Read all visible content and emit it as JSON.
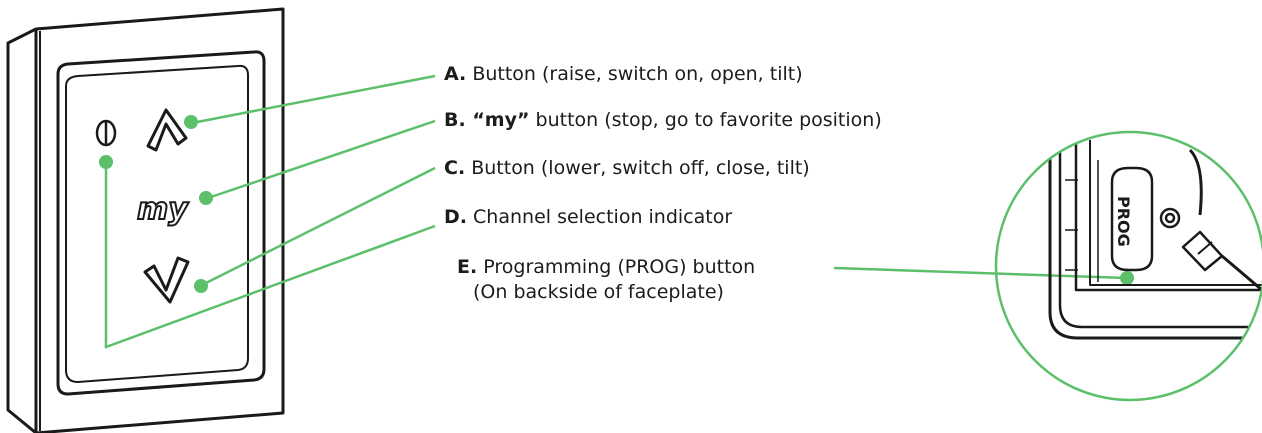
{
  "colors": {
    "accent": "#5cbf6a",
    "outline": "#1a1a1a",
    "text": "#1c1c1c"
  },
  "device": {
    "my_label": "my",
    "prog_label": "PROG"
  },
  "legend": [
    {
      "letter": "A.",
      "emph": "",
      "text": " Button (raise, switch on, open, tilt)"
    },
    {
      "letter": "B.",
      "emph": " “my”",
      "text": " button (stop, go to favorite position)"
    },
    {
      "letter": "C.",
      "emph": "",
      "text": " Button (lower, switch off, close, tilt)"
    },
    {
      "letter": "D.",
      "emph": "",
      "text": " Channel selection indicator"
    },
    {
      "letter": "E.",
      "emph": "",
      "text": " Programming (PROG) button"
    }
  ],
  "legend_note": "(On backside of faceplate)",
  "icons": {
    "channel": "channel-indicator-icon",
    "up": "up-chevron-icon",
    "down": "down-chevron-icon"
  }
}
